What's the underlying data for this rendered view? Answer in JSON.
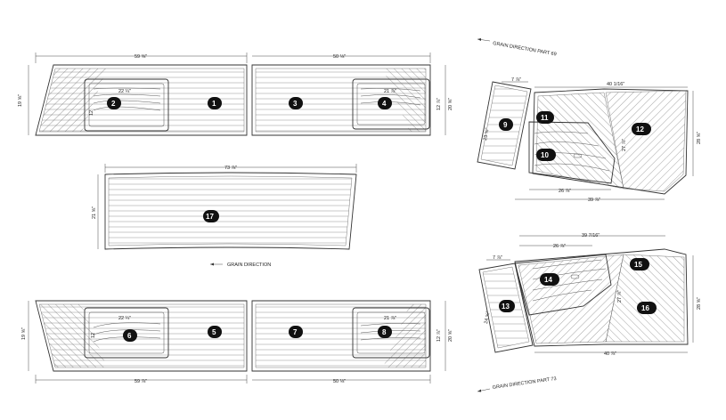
{
  "notes": {
    "grain_part_69": "GRAIN DIRECTION PART 69",
    "grain_direction": "GRAIN DIRECTION",
    "grain_part_73": "GRAIN DIRECTION PART 73"
  },
  "dimensions": {
    "top_left_width": "59 ⅝\"",
    "top_right_width": "50 ⅛\"",
    "top_left_height": "19 ⅝\"",
    "top_left_inner_width": "22 ¼\"",
    "top_left_inner_height": "12",
    "top_right_inner_width": "21 ⅞\"",
    "top_right_inner_height": "12 ⅞\"",
    "top_right_height": "20 ⅝\"",
    "center_width": "73 ⅞\"",
    "center_height": "21 ⅝\"",
    "bottom_left_width": "59 ⅞\"",
    "bottom_right_width": "50 ⅛\"",
    "bottom_left_height": "19 ⅝\"",
    "bottom_left_inner_width": "22 ¼\"",
    "bottom_left_inner_height": "12",
    "bottom_right_inner_width": "21 ⅞\"",
    "bottom_right_inner_height": "12 ⅞\"",
    "bottom_right_height": "20 ⅝\"",
    "upper_right_top_small": "7 ⅞\"",
    "upper_right_top_wide": "40 1/16\"",
    "upper_right_left_height": "23 ⅝\"",
    "upper_right_right_height": "28 ⅝\"",
    "upper_right_mid_height": "27 ⅞\"",
    "upper_right_bottom_inner": "26 ⅞\"",
    "upper_right_bottom_wide": "39 ⅞\"",
    "lower_right_top_small": "7 ⅞\"",
    "lower_right_top_inner": "26 ⅞\"",
    "lower_right_top_wide": "39 7/16\"",
    "lower_right_left_height": "24 ⅝\"",
    "lower_right_right_height": "28 ⅝\"",
    "lower_right_mid_height": "27 ⅞\"",
    "lower_right_bottom_wide": "40 ⅞\""
  },
  "parts": [
    "1",
    "2",
    "3",
    "4",
    "5",
    "6",
    "7",
    "8",
    "9",
    "10",
    "11",
    "12",
    "13",
    "14",
    "15",
    "16",
    "17"
  ]
}
